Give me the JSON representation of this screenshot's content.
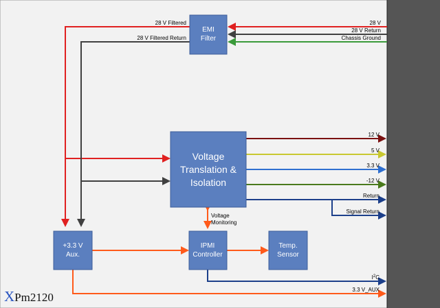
{
  "colors": {
    "background": "#f2f2f2",
    "panel": "#555555",
    "block_fill": "#5b7fbf",
    "red": "#e02020",
    "dark": "#404040",
    "green": "#3a9a3a",
    "maroon": "#7a1010",
    "yellow": "#c8c830",
    "blue": "#2e6fd0",
    "olive": "#4a7a1c",
    "navy": "#1c3f8a",
    "orange": "#ff5a1a"
  },
  "blocks": {
    "emi": {
      "line1": "EMI",
      "line2": "Filter"
    },
    "vti": {
      "line1": "Voltage",
      "line2": "Translation &",
      "line3": "Isolation"
    },
    "aux": {
      "line1": "+3.3 V",
      "line2": "Aux."
    },
    "ipmi": {
      "line1": "IPMI",
      "line2": "Controller"
    },
    "temp": {
      "line1": "Temp.",
      "line2": "Sensor"
    }
  },
  "labels": {
    "filtered": "28 V Filtered",
    "filtered_return": "28 V Filtered Return",
    "v28": "28 V",
    "v28_return": "28 V Return",
    "chassis_ground": "Chassis Ground",
    "v12": "12 V",
    "v5": "5 V",
    "v33": "3.3 V",
    "vm12": "-12 V",
    "ret": "Return",
    "signal_return": "Signal Return",
    "voltage_monitoring_1": "Voltage",
    "voltage_monitoring_2": "Monitoring",
    "i2c_main": "I",
    "i2c_sup": "2",
    "i2c_end": "C",
    "aux_out": "3.3 V_AUX"
  },
  "logo": {
    "x": "X",
    "rest": "Pm2120"
  }
}
